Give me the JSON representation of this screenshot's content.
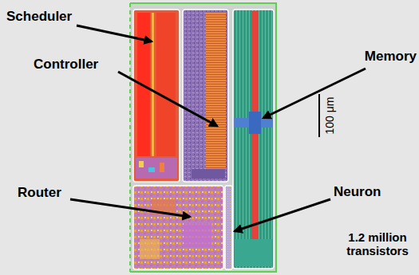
{
  "diagram": {
    "labels": [
      "Scheduler",
      "Controller",
      "Memory",
      "Router",
      "Neuron",
      "100 μm",
      "1.2 million transistors"
    ]
  }
}
